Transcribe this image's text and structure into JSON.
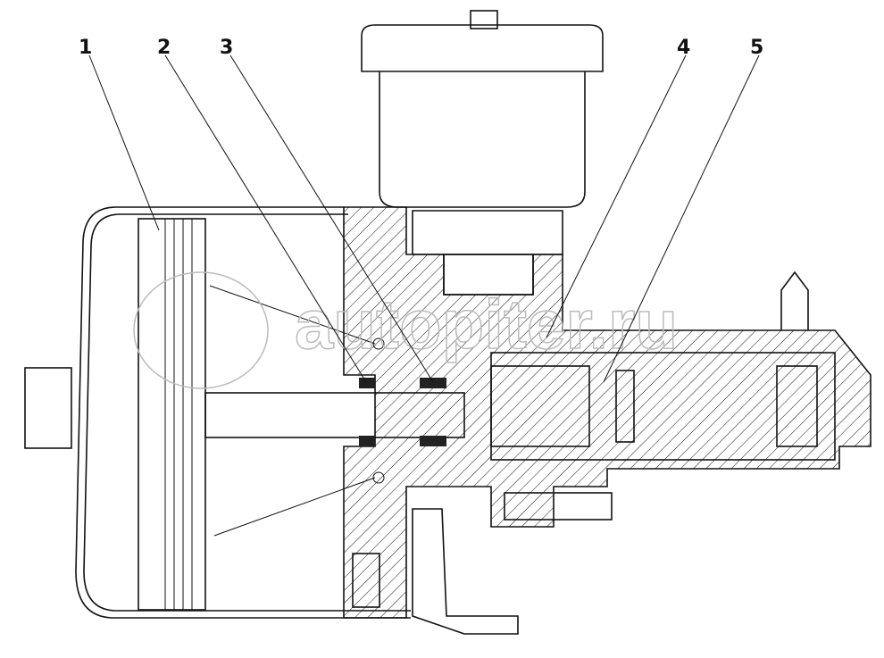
{
  "diagram": {
    "callouts": [
      "1",
      "2",
      "3",
      "4",
      "5"
    ],
    "watermark": "autopiter.ru"
  }
}
